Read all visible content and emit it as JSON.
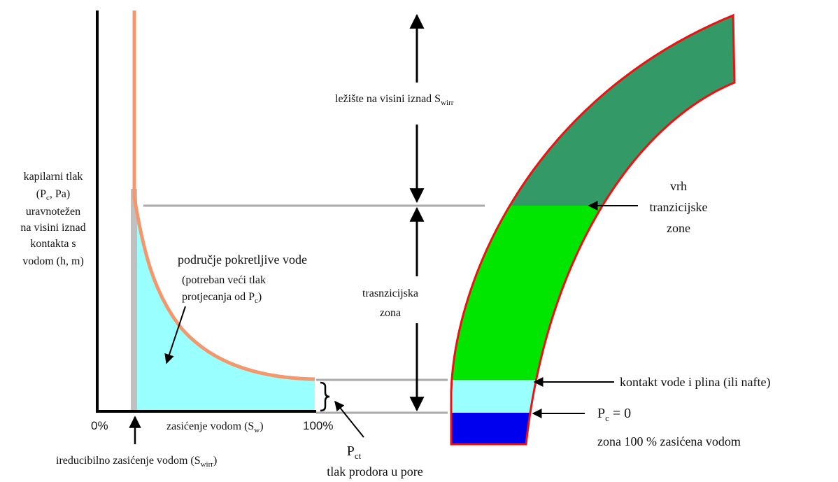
{
  "colors": {
    "curve": "#f4976c",
    "mobile_water": "#99ffff",
    "irreducible_band": "#c0c0c0",
    "gas_zone": "#339966",
    "transition_zone": "#00e600",
    "water_gas_band": "#99ffff",
    "full_water_zone": "#0000ee",
    "reservoir_outline": "#ee1111",
    "guide_line": "#aaaaaa",
    "axis": "#000000"
  },
  "y_axis_label": {
    "line1": "kapilarni tlak",
    "line2_main": "(P",
    "line2_sub": "c",
    "line2_tail": ", Pa)",
    "line3": "uravnotežen",
    "line4": "na visini iznad",
    "line5": "kontakta s",
    "line6": "vodom (h, m)"
  },
  "x_axis": {
    "start_tick": "0%",
    "end_tick": "100%",
    "label_main": "zasićenje vodom (S",
    "label_sub": "w",
    "label_tail": ")"
  },
  "irreducible": {
    "label_main": "ireducibilno zasićenje vodom (S",
    "label_sub": "wirr",
    "label_tail": ")"
  },
  "mobile_water": {
    "title": "područje pokretljive vode",
    "note1": "(potreban veći tlak",
    "note2_main": "protjecanja od P",
    "note2_sub": "c",
    "note2_tail": ")"
  },
  "threshold": {
    "symbol_main": "P",
    "symbol_sub": "ct",
    "description": "tlak prodora u pore"
  },
  "height_above": {
    "label_main": "ležište na visini iznad S",
    "label_sub": "wirr"
  },
  "transition_label": {
    "line1": "trasnzicijska",
    "line2": "zona"
  },
  "top_of_transition": {
    "line1": "vrh",
    "line2": "tranzicijske",
    "line3": "zone"
  },
  "contact_label": "kontakt vode i plina (ili nafte)",
  "pc_zero": {
    "main": "P",
    "sub": "c",
    "tail": " = 0"
  },
  "full_water_label": "zona 100 % zasićena vodom"
}
